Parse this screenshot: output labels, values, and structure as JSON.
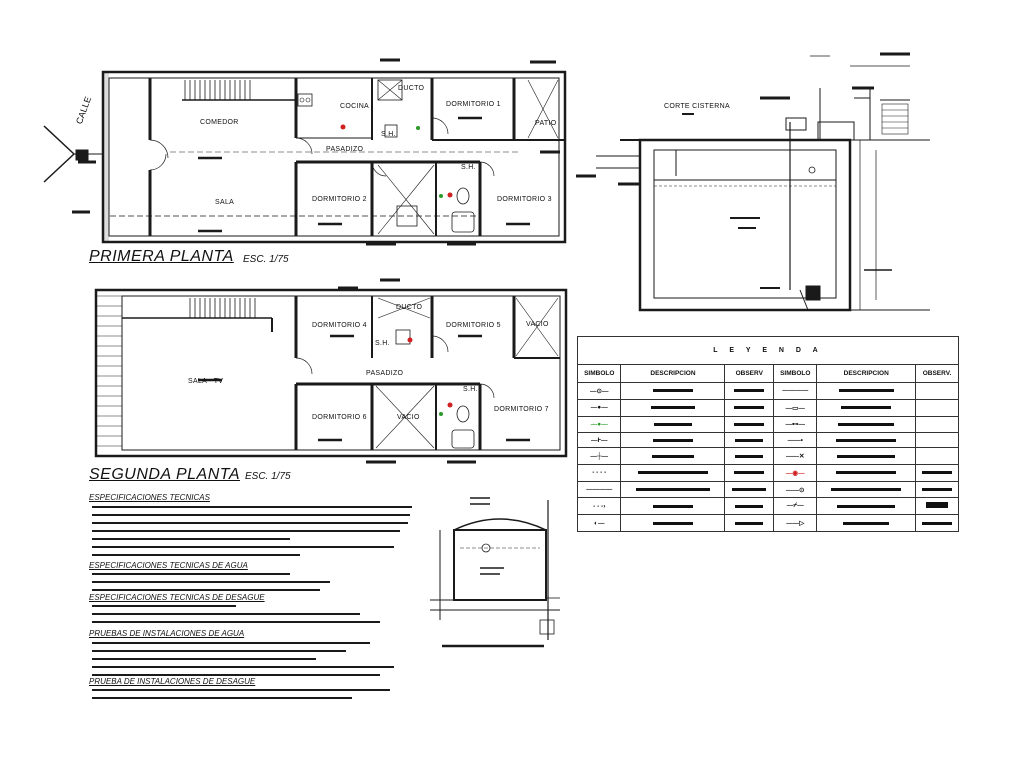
{
  "drawing": {
    "street_label": "CALLE",
    "first_floor": {
      "title": "PRIMERA PLANTA",
      "scale": "ESC. 1/75",
      "rooms": {
        "comedor": "COMEDOR",
        "cocina": "COCINA",
        "ducto": "DUCTO",
        "dormitorio1": "DORMITORIO 1",
        "patio": "PATIO",
        "pasadizo": "PASADIZO",
        "sh1": "S.H.",
        "sh2": "S.H.",
        "sala": "SALA",
        "dormitorio2": "DORMITORIO 2",
        "dormitorio3": "DORMITORIO 3"
      }
    },
    "second_floor": {
      "title": "SEGUNDA PLANTA",
      "scale": "ESC. 1/75",
      "rooms": {
        "ducto": "DUCTO",
        "dormitorio4": "DORMITORIO 4",
        "dormitorio5": "DORMITORIO 5",
        "vacio1": "VACIO",
        "sh1": "S.H.",
        "sala_tv": "SALA - TV",
        "pasadizo": "PASADIZO",
        "sh2": "S.H.",
        "dormitorio6": "DORMITORIO 6",
        "vacio2": "VACIO",
        "dormitorio7": "DORMITORIO 7"
      }
    },
    "cistern": {
      "title": "CORTE CISTERNA"
    },
    "specifications": {
      "headings": [
        "ESPECIFICACIONES TECNICAS",
        "ESPECIFICACIONES TECNICAS DE AGUA",
        "ESPECIFICACIONES TECNICAS DE DESAGUE",
        "PRUEBAS DE INSTALACIONES DE AGUA",
        "PRUEBA DE INSTALACIONES DE DESAGUE"
      ]
    },
    "legend": {
      "title": "L E Y E N D A",
      "headers": [
        "SIMBOLO",
        "DESCRIPCION",
        "OBSERV",
        "SIMBOLO",
        "DESCRIPCION",
        "OBSERV."
      ]
    },
    "colors": {
      "lines": "#1a1a1a",
      "valve_red": "#d02020",
      "fixture_green": "#2a9a2a",
      "background": "#ffffff"
    }
  }
}
